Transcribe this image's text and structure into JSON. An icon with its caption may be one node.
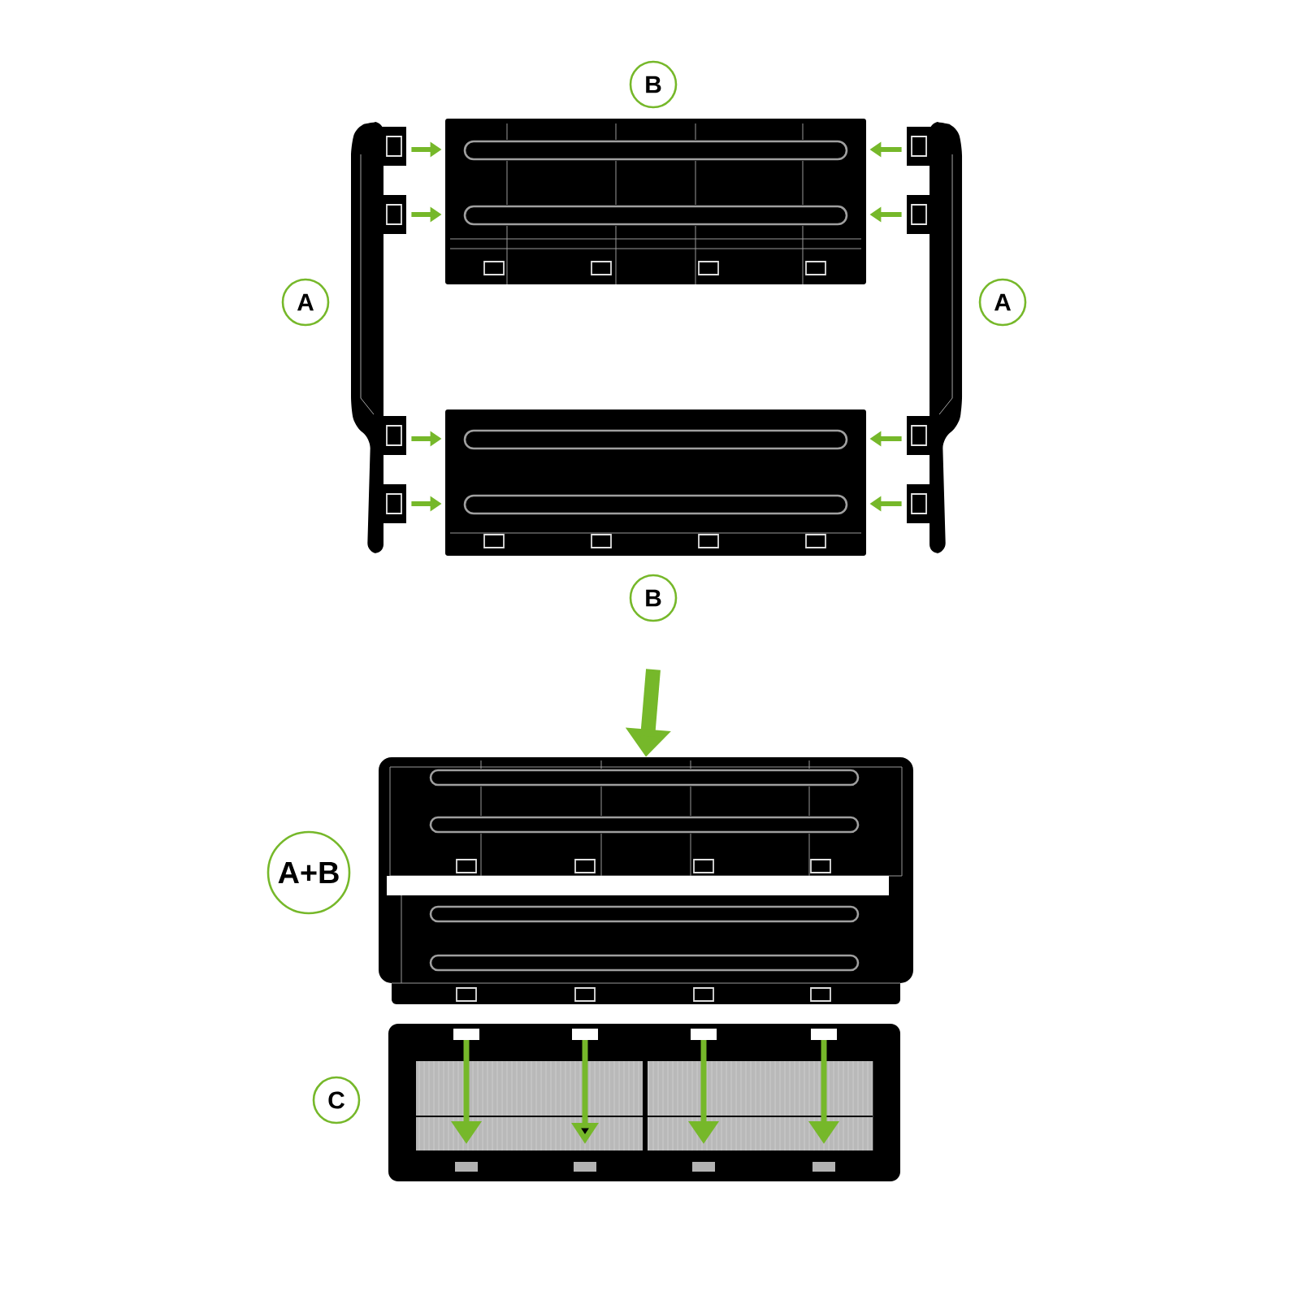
{
  "diagram": {
    "nodes": [
      {
        "text": [
          "B"
        ]
      },
      {
        "text": [],
        "shape": "picture"
      },
      {
        "text": [],
        "shape": "picture"
      },
      {
        "text": [],
        "shape": "picture"
      },
      {
        "text": [
          "A"
        ]
      },
      {
        "text": [
          "A"
        ]
      },
      {
        "text": [],
        "shape": "picture"
      },
      {
        "text": [
          "B"
        ]
      },
      {
        "text": [
          "A+B"
        ]
      },
      {
        "text": [],
        "shape": "picture"
      },
      {
        "text": [
          "C"
        ]
      },
      {
        "text": [],
        "shape": "picture"
      }
    ],
    "edges": [
      {
        "from": 1,
        "to": 2,
        "arrow": "to"
      },
      {
        "from": 1,
        "to": 2,
        "arrow": "to"
      },
      {
        "from": 3,
        "to": 2,
        "arrow": "to"
      },
      {
        "from": 3,
        "to": 2,
        "arrow": "to"
      },
      {
        "from": 1,
        "to": 6,
        "arrow": "to"
      },
      {
        "from": 1,
        "to": 6,
        "arrow": "to"
      },
      {
        "from": 3,
        "to": 6,
        "arrow": "to"
      },
      {
        "from": 3,
        "to": 6,
        "arrow": "to"
      },
      {
        "from": null,
        "to": 9,
        "arrow": "to",
        "style": "thick"
      }
    ]
  }
}
